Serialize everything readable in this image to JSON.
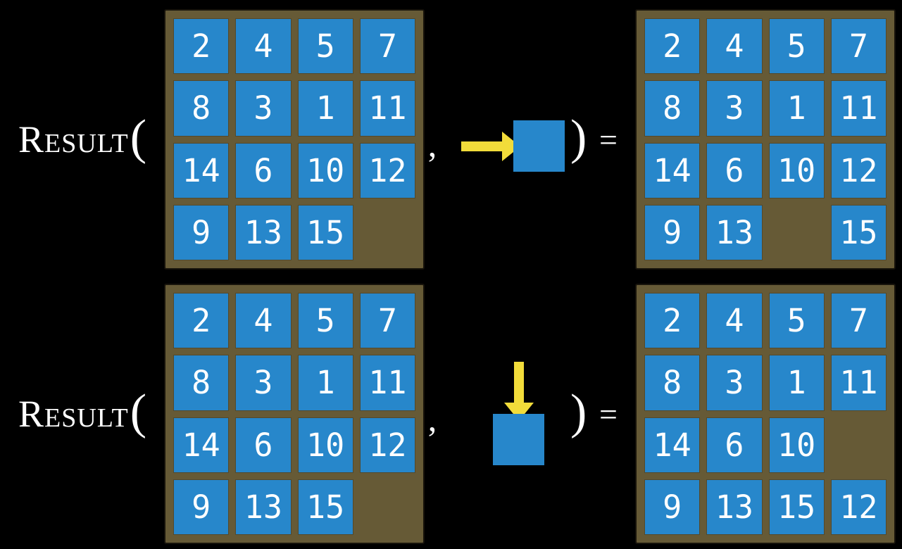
{
  "figure": {
    "function": {
      "name": "Result",
      "open_paren": "(",
      "comma": ",",
      "close_paren": ")",
      "equals": "="
    },
    "colors": {
      "background": "#000000",
      "board_frame": "#665A36",
      "board_outline": "#17130B",
      "tile": "#2787CB",
      "tile_text": "#FFFFFF",
      "arrow": "#F2DC3A",
      "text": "#FFFFFF"
    },
    "examples": [
      {
        "id": "slide-right",
        "move_direction": "right",
        "input_board": [
          [
            "2",
            "4",
            "5",
            "7"
          ],
          [
            "8",
            "3",
            "1",
            "11"
          ],
          [
            "14",
            "6",
            "10",
            "12"
          ],
          [
            "9",
            "13",
            "15",
            ""
          ]
        ],
        "output_board": [
          [
            "2",
            "4",
            "5",
            "7"
          ],
          [
            "8",
            "3",
            "1",
            "11"
          ],
          [
            "14",
            "6",
            "10",
            "12"
          ],
          [
            "9",
            "13",
            "",
            "15"
          ]
        ]
      },
      {
        "id": "slide-down",
        "move_direction": "down",
        "input_board": [
          [
            "2",
            "4",
            "5",
            "7"
          ],
          [
            "8",
            "3",
            "1",
            "11"
          ],
          [
            "14",
            "6",
            "10",
            "12"
          ],
          [
            "9",
            "13",
            "15",
            ""
          ]
        ],
        "output_board": [
          [
            "2",
            "4",
            "5",
            "7"
          ],
          [
            "8",
            "3",
            "1",
            "11"
          ],
          [
            "14",
            "6",
            "10",
            ""
          ],
          [
            "9",
            "13",
            "15",
            "12"
          ]
        ]
      }
    ]
  }
}
